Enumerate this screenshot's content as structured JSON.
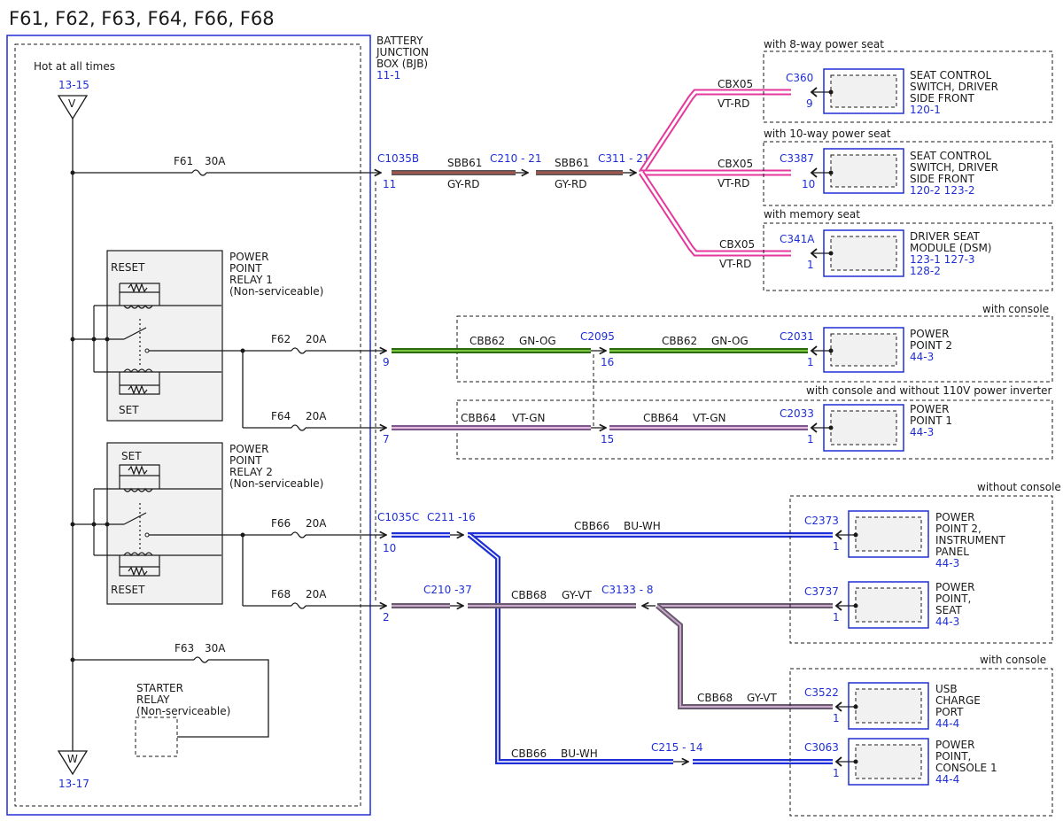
{
  "title": "F61, F62, F63, F64, F66, F68",
  "colors": {
    "pink": "#e5379c",
    "green": "#3a9a1a",
    "blue": "#1f2fd6",
    "brown_red": "#a0564e",
    "violet": "#a070a8",
    "gray_violet": "#8a7890",
    "ref_blue": "#1f2fd6"
  },
  "bjb": {
    "name_lines": [
      "BATTERY",
      "JUNCTION",
      "BOX (BJB)"
    ],
    "ref": "11-1",
    "hot_label": "Hot at all times",
    "top_ref": "13-15",
    "top_node": "V",
    "bottom_ref": "13-17",
    "bottom_node": "W"
  },
  "fuses": {
    "f61": {
      "name": "F61",
      "rating": "30A"
    },
    "f62": {
      "name": "F62",
      "rating": "20A"
    },
    "f64": {
      "name": "F64",
      "rating": "20A"
    },
    "f66": {
      "name": "F66",
      "rating": "20A"
    },
    "f68": {
      "name": "F68",
      "rating": "20A"
    },
    "f63": {
      "name": "F63",
      "rating": "30A"
    }
  },
  "relays": {
    "relay1": {
      "lines": [
        "POWER",
        "POINT",
        "RELAY 1",
        "(Non-serviceable)"
      ],
      "top_coil": "RESET",
      "bottom_coil": "SET"
    },
    "relay2": {
      "lines": [
        "POWER",
        "POINT",
        "RELAY 2",
        "(Non-serviceable)"
      ],
      "top_coil": "SET",
      "bottom_coil": "RESET"
    },
    "starter": {
      "lines": [
        "STARTER",
        "RELAY",
        "(Non-serviceable)"
      ]
    }
  },
  "connectors": {
    "c1035b": {
      "id": "C1035B",
      "pin": "11"
    },
    "c1035c": {
      "id": "C1035C",
      "pin": "10"
    },
    "pin9": "9",
    "pin7": "7",
    "pin2": "2",
    "c210_21": "C210 - 21",
    "c311_21": "C311 - 21",
    "c2095": {
      "id": "C2095",
      "pin_a": "16",
      "pin_b": "15"
    },
    "c211_16": "C211 -16",
    "c210_37": "C210 -37",
    "c3133_8": "C3133 - 8",
    "c215_14": "C215 - 14"
  },
  "wires": {
    "sbb61_a": {
      "circuit": "SBB61",
      "color": "GY-RD"
    },
    "sbb61_b": {
      "circuit": "SBB61",
      "color": "GY-RD"
    },
    "cbx05_1": {
      "circuit": "CBX05",
      "color": "VT-RD"
    },
    "cbx05_2": {
      "circuit": "CBX05",
      "color": "VT-RD"
    },
    "cbx05_3": {
      "circuit": "CBX05",
      "color": "VT-RD"
    },
    "cbb62_a": {
      "circuit": "CBB62",
      "color": "GN-OG"
    },
    "cbb62_b": {
      "circuit": "CBB62",
      "color": "GN-OG"
    },
    "cbb64_a": {
      "circuit": "CBB64",
      "color": "VT-GN"
    },
    "cbb64_b": {
      "circuit": "CBB64",
      "color": "VT-GN"
    },
    "cbb66_a": {
      "circuit": "CBB66",
      "color": "BU-WH"
    },
    "cbb66_b": {
      "circuit": "CBB66",
      "color": "BU-WH"
    },
    "cbb68_a": {
      "circuit": "CBB68",
      "color": "GY-VT"
    },
    "cbb68_b": {
      "circuit": "CBB68",
      "color": "GY-VT"
    }
  },
  "options": {
    "opt8way": "with 8-way power seat",
    "opt10way": "with 10-way power seat",
    "optmemory": "with memory seat",
    "optconsole1": "with console",
    "optconsole_no_inverter": "with console and without 110V power inverter",
    "optnoconsole": "without console",
    "optconsole2": "with console"
  },
  "components": [
    {
      "key": "c360",
      "connector": "C360",
      "pin": "9",
      "name_lines": [
        "SEAT CONTROL",
        "SWITCH, DRIVER",
        "SIDE FRONT"
      ],
      "refs": "120-1"
    },
    {
      "key": "c3387",
      "connector": "C3387",
      "pin": "10",
      "name_lines": [
        "SEAT CONTROL",
        "SWITCH, DRIVER",
        "SIDE FRONT"
      ],
      "refs": "120-2 123-2"
    },
    {
      "key": "c341a",
      "connector": "C341A",
      "pin": "1",
      "name_lines": [
        "DRIVER SEAT",
        "MODULE (DSM)"
      ],
      "refs": "123-1 127-3",
      "refs2": "128-2"
    },
    {
      "key": "c2031",
      "connector": "C2031",
      "pin": "1",
      "name_lines": [
        "POWER",
        "POINT 2"
      ],
      "refs": "44-3"
    },
    {
      "key": "c2033",
      "connector": "C2033",
      "pin": "1",
      "name_lines": [
        "POWER",
        "POINT 1"
      ],
      "refs": "44-3"
    },
    {
      "key": "c2373",
      "connector": "C2373",
      "pin": "1",
      "name_lines": [
        "POWER",
        "POINT 2,",
        "INSTRUMENT",
        "PANEL"
      ],
      "refs": "44-3"
    },
    {
      "key": "c3737",
      "connector": "C3737",
      "pin": "1",
      "name_lines": [
        "POWER",
        "POINT,",
        "SEAT"
      ],
      "refs": "44-3"
    },
    {
      "key": "c3522",
      "connector": "C3522",
      "pin": "1",
      "name_lines": [
        "USB",
        "CHARGE",
        "PORT"
      ],
      "refs": "44-4"
    },
    {
      "key": "c3063",
      "connector": "C3063",
      "pin": "1",
      "name_lines": [
        "POWER",
        "POINT,",
        "CONSOLE 1"
      ],
      "refs": "44-4"
    }
  ]
}
